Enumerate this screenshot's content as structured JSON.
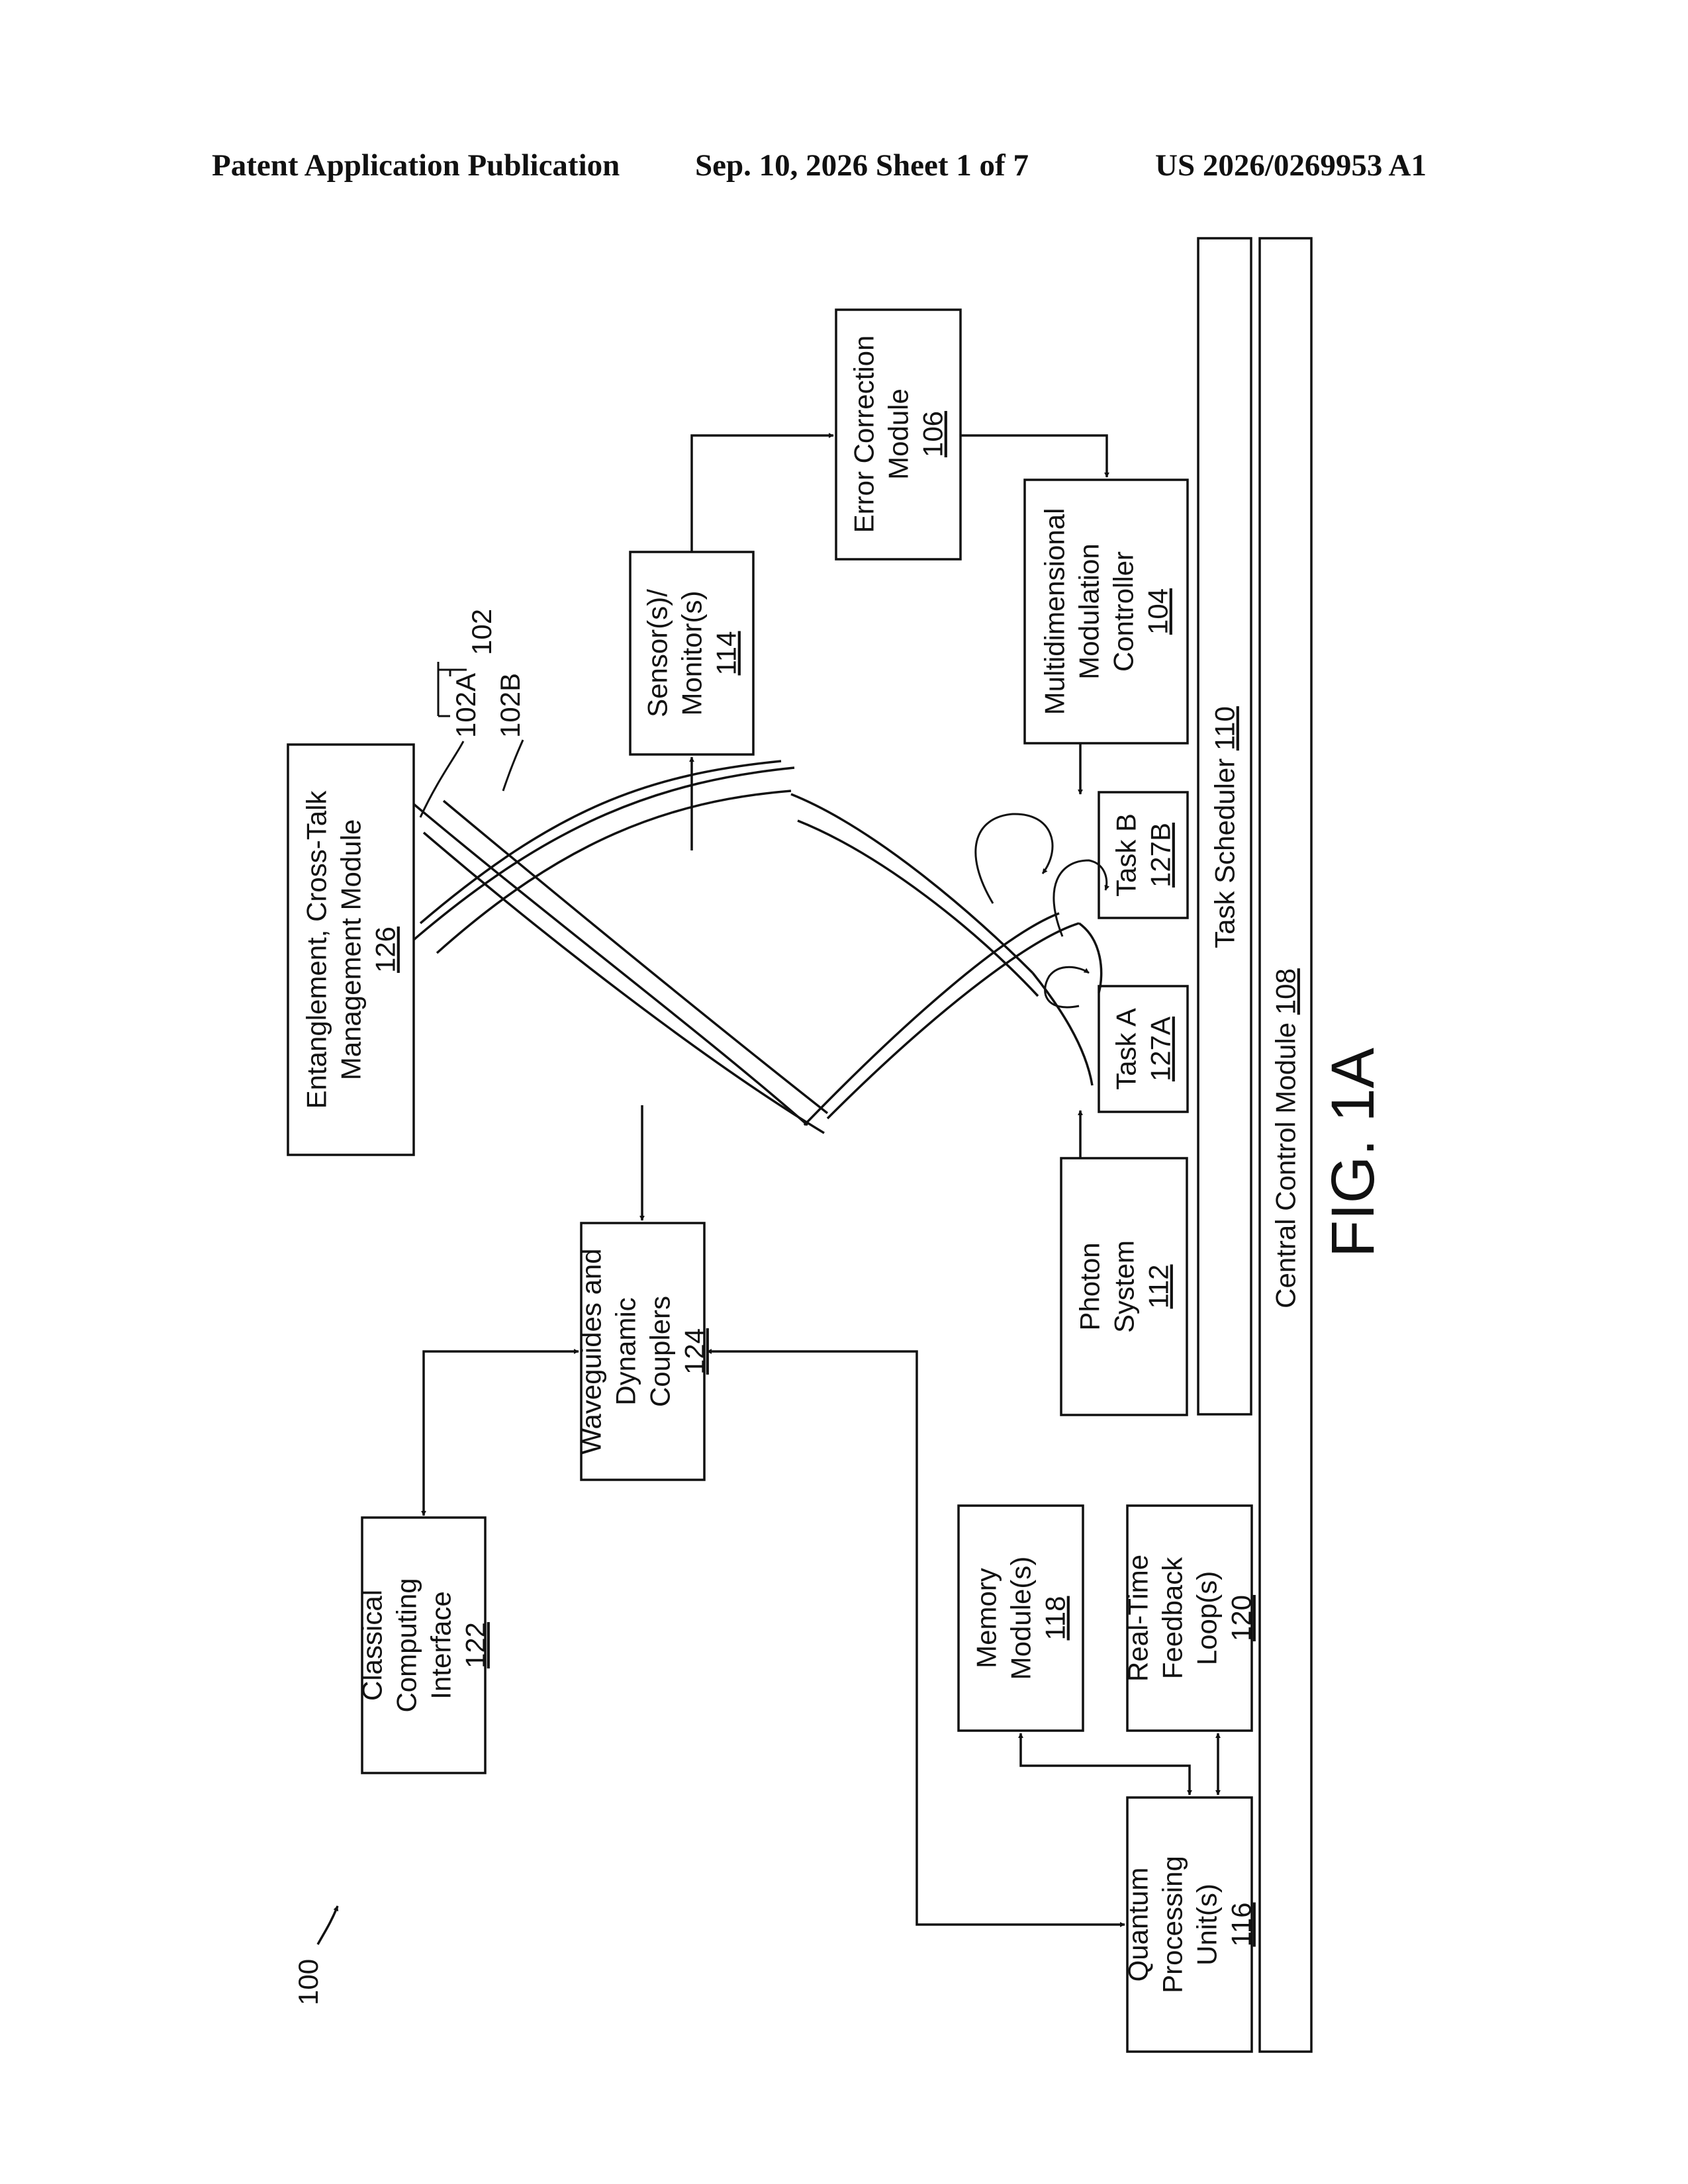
{
  "header": {
    "left": "Patent Application Publication",
    "date_sheet": "Sep. 10, 2026   Sheet 1 of 7",
    "number": "US 2026/0269953 A1"
  },
  "figure": {
    "caption": "FIG. 1A",
    "ref_system": "100",
    "ref_helix": "102",
    "ref_helix_a": "102A",
    "ref_helix_b": "102B"
  },
  "blocks": {
    "entanglement": {
      "lines": [
        "Entanglement, Cross-Talk",
        "Management Module"
      ],
      "ref": "126"
    },
    "waveguides": {
      "lines": [
        "Waveguides and",
        "Dynamic",
        "Couplers"
      ],
      "ref": "124"
    },
    "classical": {
      "lines": [
        "Classical",
        "Computing",
        "Interface"
      ],
      "ref": "122"
    },
    "sensor": {
      "lines": [
        "Sensor(s)/",
        "Monitor(s)"
      ],
      "ref": "114"
    },
    "error": {
      "lines": [
        "Error Correction",
        "Module"
      ],
      "ref": "106"
    },
    "modulation": {
      "lines": [
        "Multidimensional",
        "Modulation",
        "Controller"
      ],
      "ref": "104"
    },
    "task_b": {
      "lines": [
        "Task B"
      ],
      "ref": "127B"
    },
    "task_a": {
      "lines": [
        "Task A"
      ],
      "ref": "127A"
    },
    "photon": {
      "lines": [
        "Photon",
        "System"
      ],
      "ref": "112"
    },
    "memory": {
      "lines": [
        "Memory",
        "Module(s)"
      ],
      "ref": "118"
    },
    "feedback": {
      "lines": [
        "Real-Time",
        "Feedback",
        "Loop(s)"
      ],
      "ref": "120"
    },
    "qpu": {
      "lines": [
        "Quantum",
        "Processing",
        "Unit(s)"
      ],
      "ref": "116"
    },
    "task_scheduler": {
      "lines": [
        "Task Scheduler"
      ],
      "ref": "110"
    },
    "central_control": {
      "lines": [
        "Central Control Module"
      ],
      "ref": "108"
    }
  }
}
